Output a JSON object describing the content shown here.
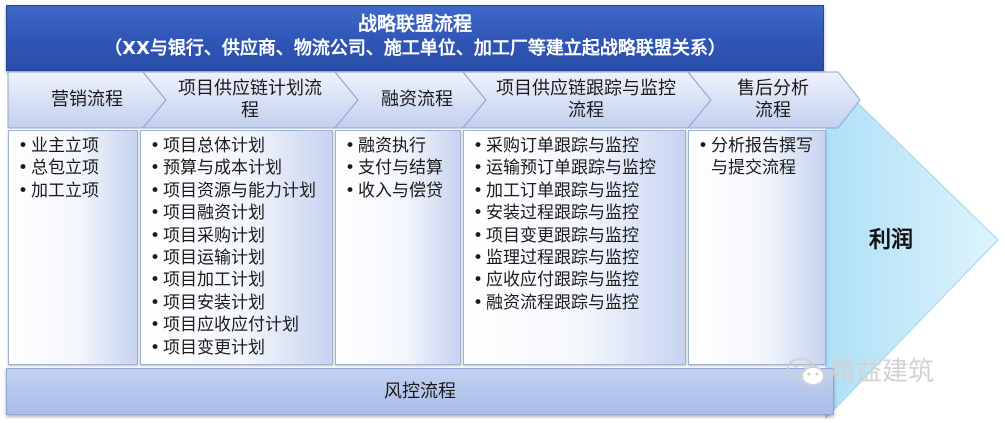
{
  "header": {
    "title": "战略联盟流程",
    "subtitle": "（XX与银行、供应商、物流公司、施工单位、加工厂等建立起战略联盟关系）"
  },
  "stages": [
    {
      "label_lines": [
        "营销流程"
      ]
    },
    {
      "label_lines": [
        "项目供应链计划流",
        "程"
      ]
    },
    {
      "label_lines": [
        "融资流程"
      ]
    },
    {
      "label_lines": [
        "项目供应链跟踪与监控",
        "流程"
      ]
    },
    {
      "label_lines": [
        "售后分析",
        "流程"
      ]
    }
  ],
  "columns": [
    {
      "items": [
        "业主立项",
        "总包立项",
        "加工立项"
      ]
    },
    {
      "items": [
        "项目总体计划",
        "预算与成本计划",
        "项目资源与能力计划",
        "项目融资计划",
        "项目采购计划",
        "项目运输计划",
        "项目加工计划",
        "项目安装计划",
        "项目应收应付计划",
        "项目变更计划"
      ]
    },
    {
      "items": [
        "融资执行",
        "支付与结算",
        "收入与偿贷"
      ]
    },
    {
      "items": [
        "采购订单跟踪与监控",
        "运输预订单跟踪与监控",
        "加工订单跟踪与监控",
        "安装过程跟踪与监控",
        "项目变更跟踪与监控",
        "监理过程跟踪与监控",
        "应收应付跟踪与监控",
        "融资流程跟踪与监控"
      ]
    },
    {
      "items": [
        "分析报告撰写与提交流程"
      ]
    }
  ],
  "risk": {
    "label": "风控流程"
  },
  "outcome": {
    "label": "利润"
  },
  "watermark": {
    "text": "精益建筑",
    "icon": "wechat-icon"
  },
  "colors": {
    "banner": "#2f55b6",
    "chevron": "#c5d3f0",
    "profit_arrow": "#bfe6f7",
    "column_edge": "#c7d3f0"
  }
}
